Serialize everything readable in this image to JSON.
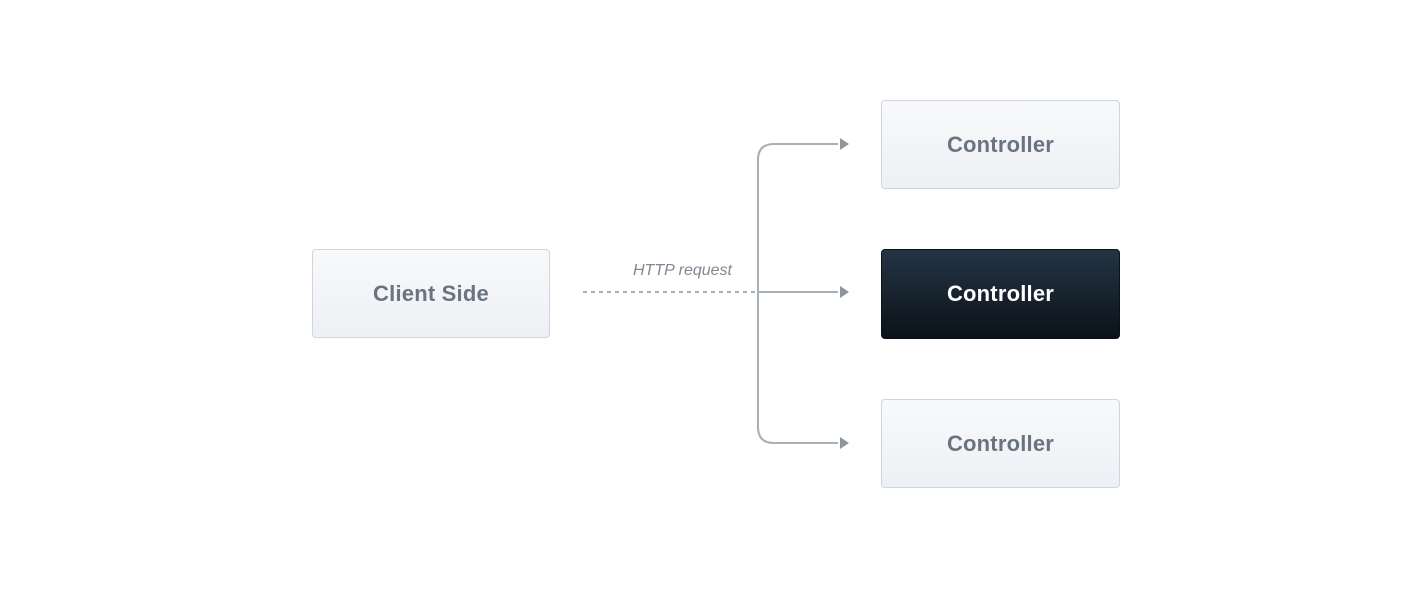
{
  "diagram": {
    "client": {
      "label": "Client Side"
    },
    "edge_label": "HTTP request",
    "controllers": [
      {
        "label": "Controller",
        "active": false
      },
      {
        "label": "Controller",
        "active": true
      },
      {
        "label": "Controller",
        "active": false
      }
    ]
  },
  "colors": {
    "light_fill": "#eef1f5",
    "light_border": "#cfd5dd",
    "light_text": "#6a7481",
    "dark_fill": "#1a2734",
    "dark_text": "#ffffff",
    "connector": "#a9afb6",
    "label_text": "#808892"
  }
}
